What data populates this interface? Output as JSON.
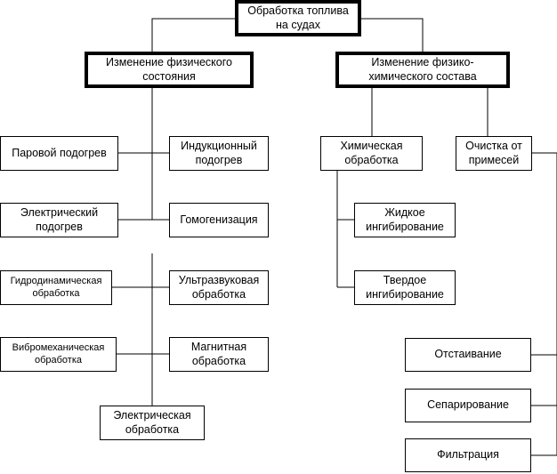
{
  "nodes": {
    "root": "Обработка топлива\nна судах",
    "physical": "Изменение физического\nсостояния",
    "chemical": "Изменение физико-\nхимического состава",
    "steam": "Паровой подогрев",
    "induction": "Индукционный\nподогрев",
    "electric_heat": "Электрический\nподогрев",
    "homogenization": "Гомогенизация",
    "hydrodynamic": "Гидродинамическая\nобработка",
    "ultrasonic": "Ультразвуковая\nобработка",
    "vibromechanical": "Вибромеханическая\nобработка",
    "magnetic": "Магнитная\nобработка",
    "electrical": "Электрическая\nобработка",
    "chem_treatment": "Химическая\nобработка",
    "cleaning": "Очистка от\nпримесей",
    "liquid_inhib": "Жидкое\nингибирование",
    "solid_inhib": "Твердое\nингибирование",
    "settling": "Отстаивание",
    "separation": "Сепарирование",
    "filtration": "Фильтрация"
  }
}
